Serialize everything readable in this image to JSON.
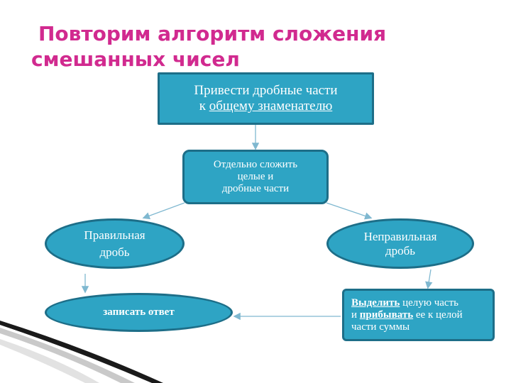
{
  "title": {
    "line1": "Повторим алгоритм сложения",
    "line2": "смешанных чисел"
  },
  "nodes": {
    "step1": {
      "line1": "Привести дробные части",
      "line2_prefix": "к ",
      "line2_underlined": "общему знаменателю"
    },
    "step2": {
      "line1": "Отдельно сложить",
      "line2": "целые и",
      "line3": "дробные части"
    },
    "proper": {
      "line1": "Правильная",
      "line2": "дробь"
    },
    "improper": {
      "line1": "Неправильная",
      "line2": "дробь"
    },
    "answer": {
      "label": "записать ответ"
    },
    "extract": {
      "w1": "Выделить",
      "t1": " целую часть",
      "t2a": "и ",
      "w2": "прибывать",
      "t2b": " ее к целой",
      "t3": "части суммы"
    }
  },
  "colors": {
    "title": "#d12a8f",
    "node_fill": "#2ea4c4",
    "node_border": "#1d6e88",
    "arrow": "#7fb8d0"
  }
}
